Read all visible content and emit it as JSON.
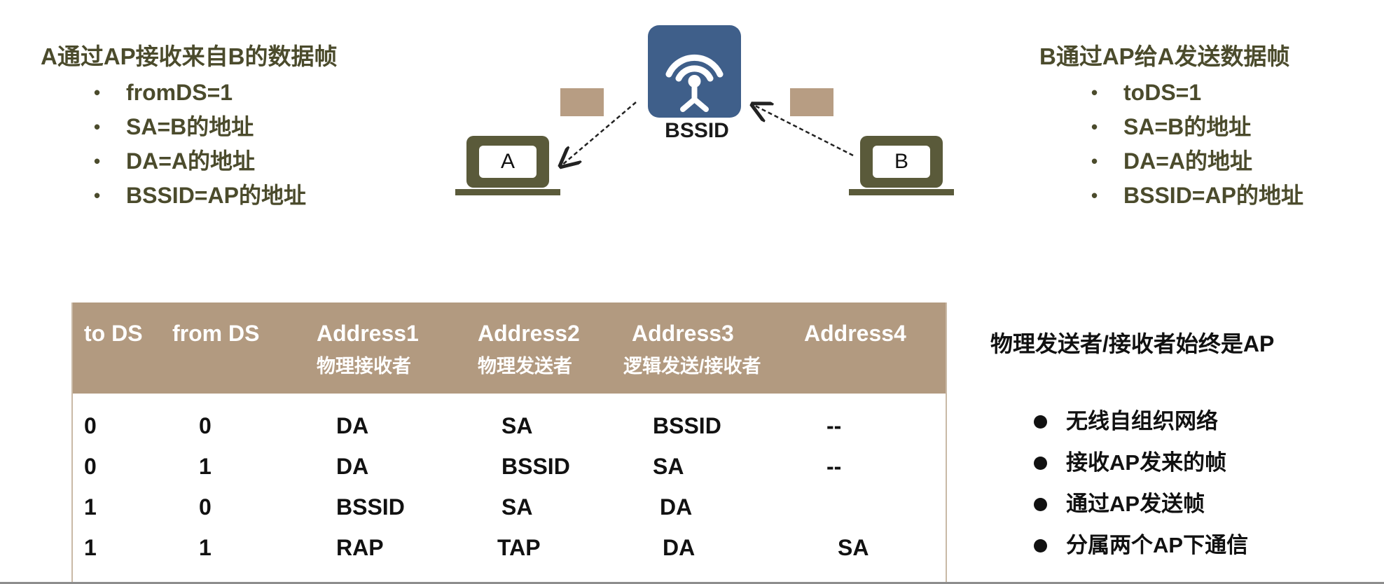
{
  "left_panel": {
    "heading": "A通过AP接收来自B的数据帧",
    "items": [
      "fromDS=1",
      "SA=B的地址",
      "DA=A的地址",
      "BSSID=AP的地址"
    ]
  },
  "right_panel": {
    "heading": "B通过AP给A发送数据帧",
    "items": [
      "toDS=1",
      "SA=B的地址",
      "DA=A的地址",
      "BSSID=AP的地址"
    ]
  },
  "diagram": {
    "ap_label": "BSSID",
    "laptop_a": "A",
    "laptop_b": "B",
    "icons": [
      "wireless-ap-icon",
      "laptop-icon"
    ],
    "colors": {
      "ap": "#3f5f8a",
      "frame": "#b79d83",
      "laptop": "#5a5a3a"
    }
  },
  "table": {
    "headers": [
      {
        "title": "to DS",
        "sub": ""
      },
      {
        "title": "from DS",
        "sub": ""
      },
      {
        "title": "Address1",
        "sub": "物理接收者"
      },
      {
        "title": "Address2",
        "sub": "物理发送者"
      },
      {
        "title": "Address3",
        "sub": "逻辑发送/接收者"
      },
      {
        "title": "Address4",
        "sub": ""
      }
    ],
    "rows": [
      [
        "0",
        "0",
        "DA",
        "SA",
        "BSSID",
        "--"
      ],
      [
        "0",
        "1",
        "DA",
        "BSSID",
        "SA",
        "--"
      ],
      [
        "1",
        "0",
        "BSSID",
        "SA",
        "DA",
        ""
      ],
      [
        "1",
        "1",
        "RAP",
        "TAP",
        "DA",
        "SA"
      ]
    ],
    "header_color": "#b29a80"
  },
  "side": {
    "title": "物理发送者/接收者始终是AP",
    "items": [
      "无线自组织网络",
      "接收AP发来的帧",
      "通过AP发送帧",
      "分属两个AP下通信"
    ]
  }
}
